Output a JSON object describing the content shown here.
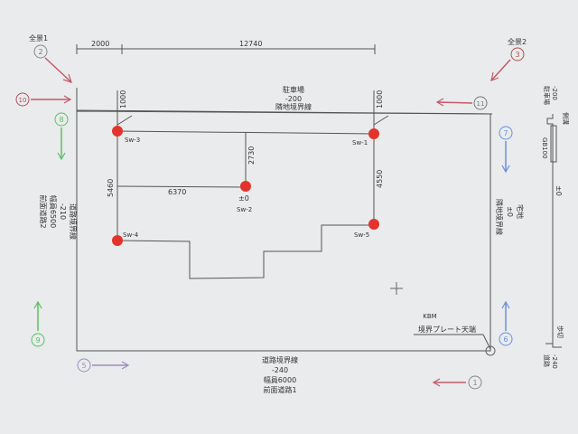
{
  "views": {
    "v2": {
      "label": "全景1",
      "number": "2"
    },
    "v3": {
      "label": "全景2",
      "number": "3"
    },
    "n10": "10",
    "n11": "11",
    "n8": "8",
    "n7": "7",
    "n9": "9",
    "n6": "6",
    "n5": "5",
    "n1": "1"
  },
  "dimensions": {
    "top_left": "2000",
    "top_right": "12740",
    "left_1000": "1000",
    "right_1000": "1000",
    "d2730": "2730",
    "d5460": "5460",
    "d6370": "6370",
    "d4550": "4550"
  },
  "labels": {
    "top_parking": "駐車場",
    "top_level": "-200",
    "top_boundary": "隣地境界線",
    "left_road_1": "前面道路2",
    "left_road_2": "幅員6500",
    "left_road_3": "-210",
    "left_road_4": "道路境界線",
    "right_boundary": "隣地境界線",
    "right_level": "±0",
    "right_res": "宅地",
    "bottom_boundary": "道路境界線",
    "bottom_level": "-240",
    "bottom_width": "幅員6000",
    "bottom_road": "前面道路1",
    "kbm": "KBM",
    "kbm_desc": "境界プレート天端",
    "center_level": "±0",
    "sec_parking": "駐車場",
    "sec_parking_level": "-200",
    "sec_ditch": "側溝",
    "sec_gb": "GB100",
    "sec_zero": "±0",
    "sec_curb": "歩切",
    "sec_road": "道路",
    "sec_road_level": "-240"
  },
  "points": {
    "sw1": "Sw-1",
    "sw2": "Sw-2",
    "sw3": "Sw-3",
    "sw4": "Sw-4",
    "sw5": "Sw-5"
  },
  "colors": {
    "sample_point": "#e2342c",
    "arrow_red": "#c45a6a",
    "arrow_green": "#5cbf64",
    "arrow_blue": "#6a8ee0",
    "arrow_purple": "#a08ac0",
    "line": "#555555"
  }
}
